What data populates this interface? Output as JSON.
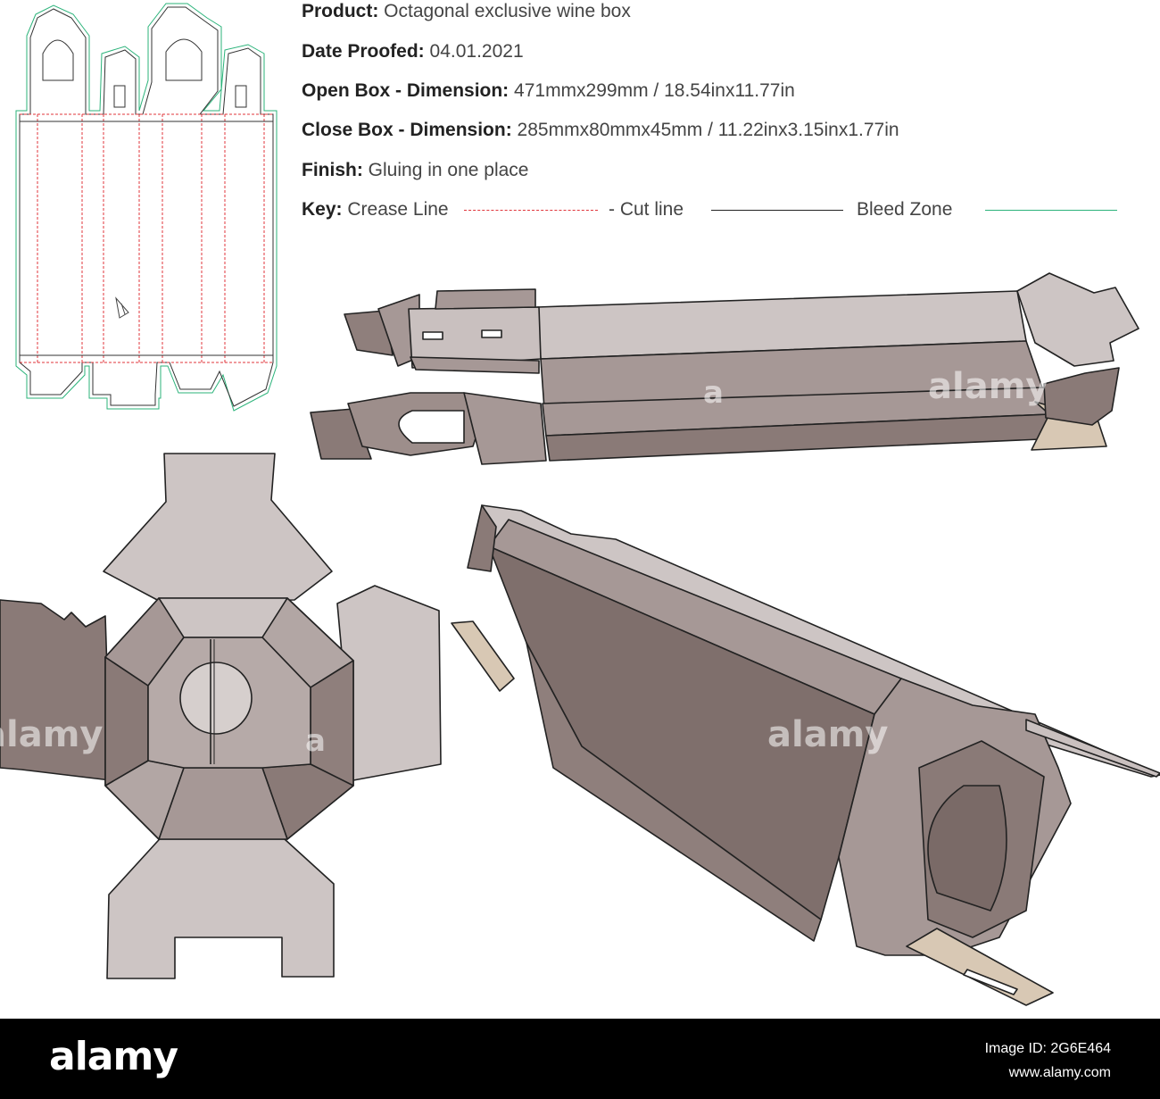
{
  "specs": {
    "product_label": "Product:",
    "product_value": "Octagonal exclusive wine box",
    "date_label": "Date Proofed:",
    "date_value": "04.01.2021",
    "open_label": "Open Box - Dimension:",
    "open_value": "471mmx299mm / 18.54inx11.77in",
    "close_label": "Close Box - Dimension:",
    "close_value": "285mmx80mmx45mm / 11.22inx3.15inx1.77in",
    "finish_label": "Finish:",
    "finish_value": "Gluing in one place"
  },
  "key": {
    "label": "Key:",
    "crease": "Crease Line",
    "cut": "- Cut line",
    "bleed": "Bleed Zone",
    "crease_color": "#e0353b",
    "cut_color": "#222222",
    "bleed_color": "#2bb37a"
  },
  "watermark": {
    "text": "alamy",
    "letter": "a"
  },
  "footer": {
    "brand": "alamy",
    "image_id": "Image ID: 2G6E464",
    "url": "www.alamy.com"
  },
  "colors": {
    "face_light": "#cdc5c4",
    "face_mid": "#a69896",
    "face_dark": "#8a7a77",
    "face_darker": "#7a6a67",
    "board": "#d8c8b4"
  }
}
